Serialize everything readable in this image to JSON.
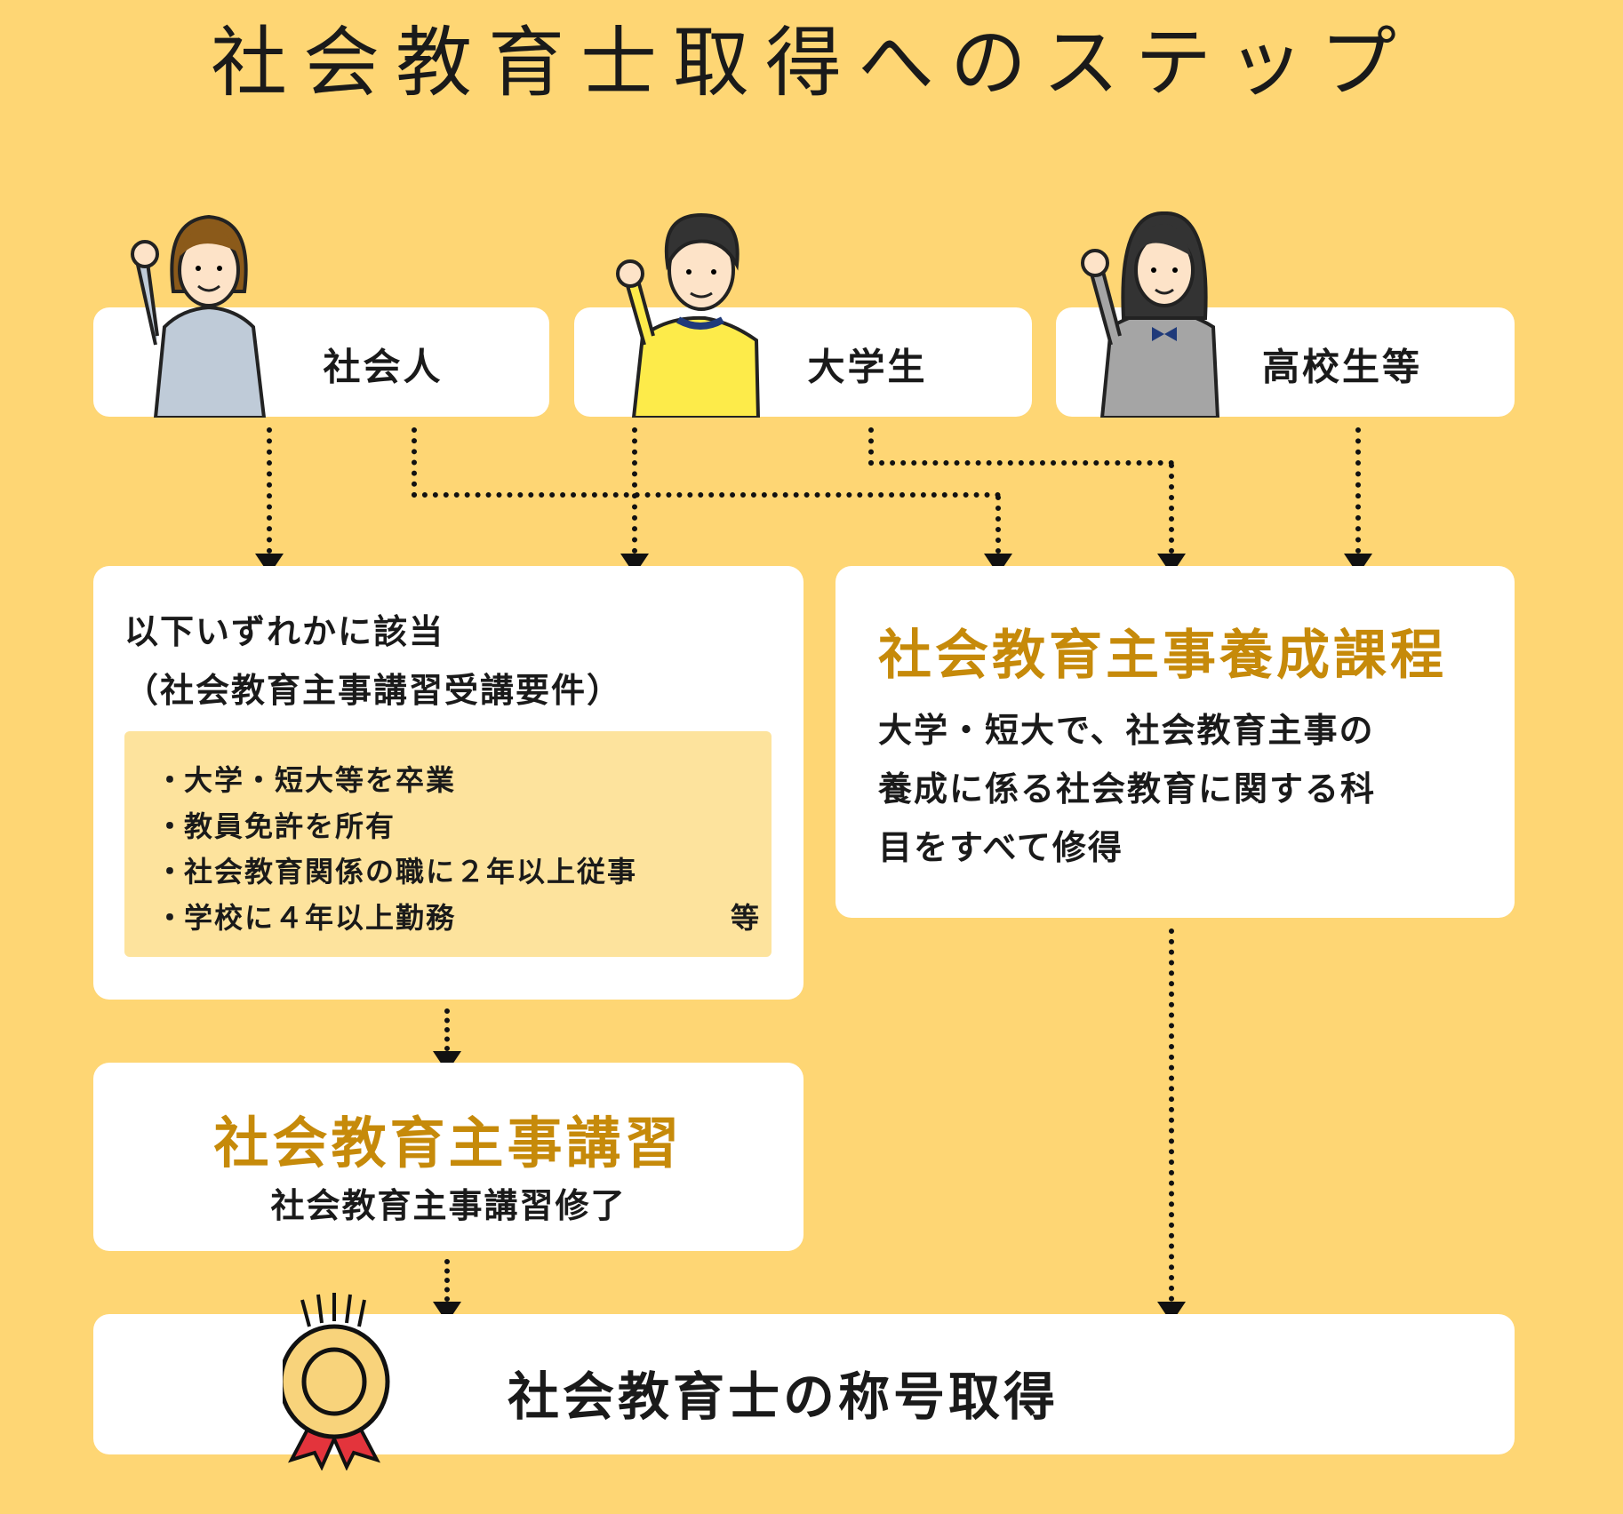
{
  "title": "社会教育士取得へのステップ",
  "colors": {
    "background": "#fed674",
    "accent": "#c68a0a",
    "highlight": "#fde39d"
  },
  "starts": [
    {
      "label": "社会人",
      "icon": "businesswoman-icon"
    },
    {
      "label": "大学生",
      "icon": "university-student-icon"
    },
    {
      "label": "高校生等",
      "icon": "high-school-student-icon"
    }
  ],
  "requirements": {
    "heading": "以下いずれかに該当",
    "subheading": "（社会教育主事講習受講要件）",
    "bullet": "・",
    "items": [
      "大学・短大等を卒業",
      "教員免許を所有",
      "社会教育関係の職に２年以上従事",
      "学校に４年以上勤務"
    ],
    "etc": "等"
  },
  "course": {
    "heading": "社会教育主事養成課程",
    "lines": [
      "大学・短大で、社会教育主事の",
      "養成に係る社会教育に関する科",
      "目をすべて修得"
    ]
  },
  "seminar": {
    "heading": "社会教育主事講習",
    "sub": "社会教育主事講習修了"
  },
  "goal": {
    "label": "社会教育士の称号取得",
    "icon": "medal-icon"
  }
}
